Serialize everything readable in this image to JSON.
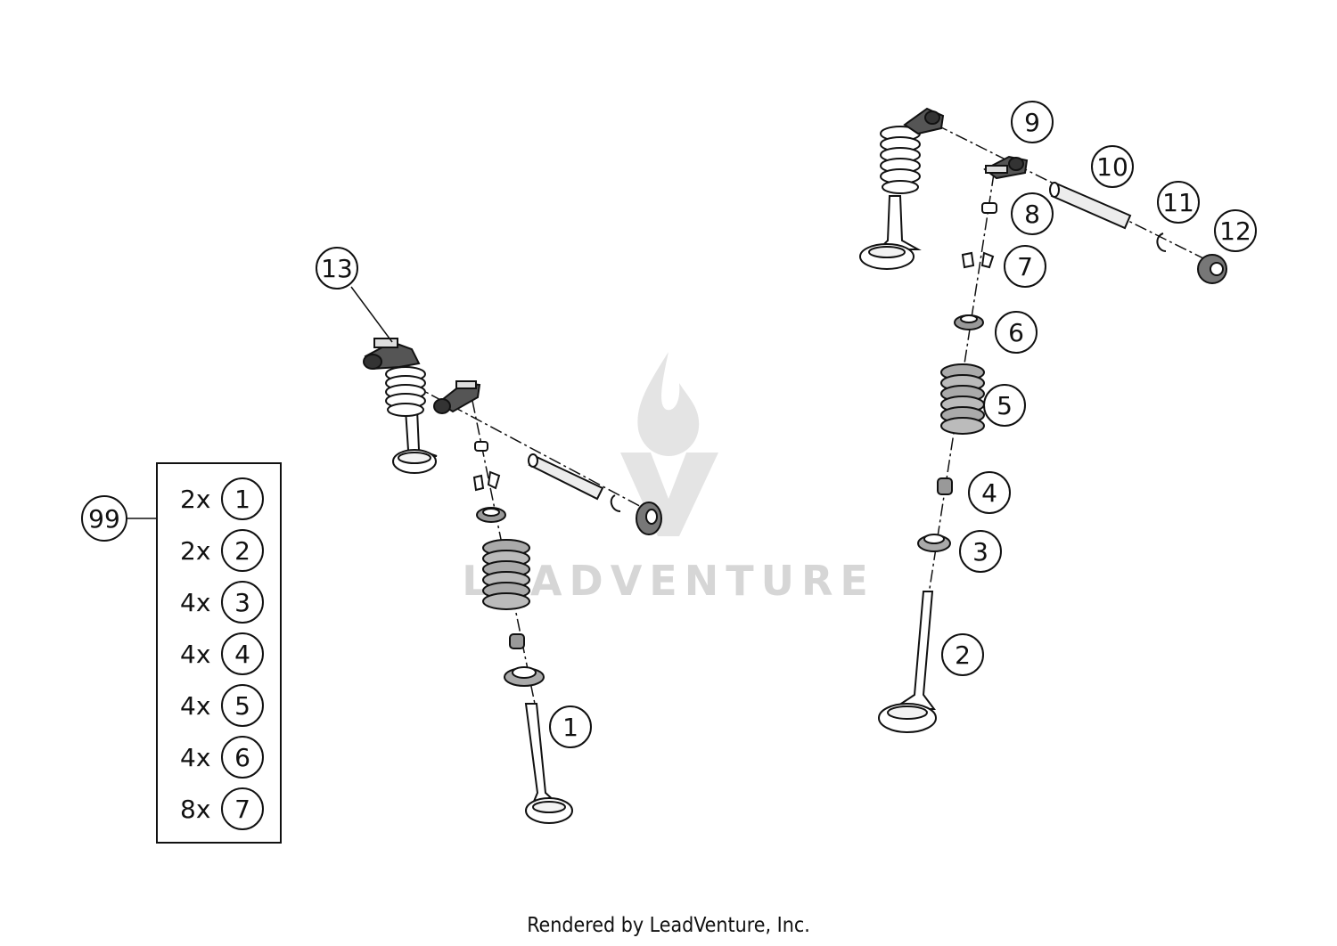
{
  "watermark": {
    "text": "LEADVENTURE"
  },
  "callouts": {
    "c1": "1",
    "c2": "2",
    "c3": "3",
    "c4": "4",
    "c5": "5",
    "c6": "6",
    "c7": "7",
    "c8": "8",
    "c9": "9",
    "c10": "10",
    "c11": "11",
    "c12": "12",
    "c13": "13",
    "c99": "99"
  },
  "kit": {
    "rows": [
      {
        "qty": "2x",
        "part": "1"
      },
      {
        "qty": "2x",
        "part": "2"
      },
      {
        "qty": "4x",
        "part": "3"
      },
      {
        "qty": "4x",
        "part": "4"
      },
      {
        "qty": "4x",
        "part": "5"
      },
      {
        "qty": "4x",
        "part": "6"
      },
      {
        "qty": "8x",
        "part": "7"
      }
    ]
  },
  "footer": {
    "text": "Rendered by LeadVenture, Inc."
  }
}
